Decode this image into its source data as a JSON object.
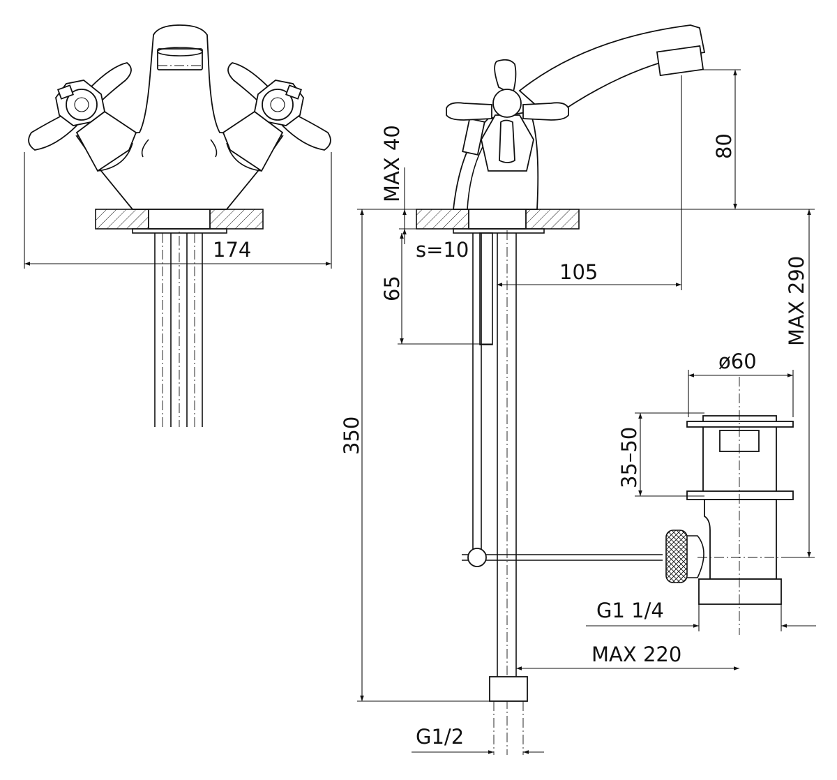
{
  "dimensions": {
    "d174": "174",
    "max40": "MAX 40",
    "s10": "s=10",
    "d65": "65",
    "d105": "105",
    "d80": "80",
    "max290": "MAX 290",
    "d350": "350",
    "phi60": "ø60",
    "d35_50": "35–50",
    "g1_14": "G1 1/4",
    "max220": "MAX 220",
    "g1_2": "G1/2"
  }
}
